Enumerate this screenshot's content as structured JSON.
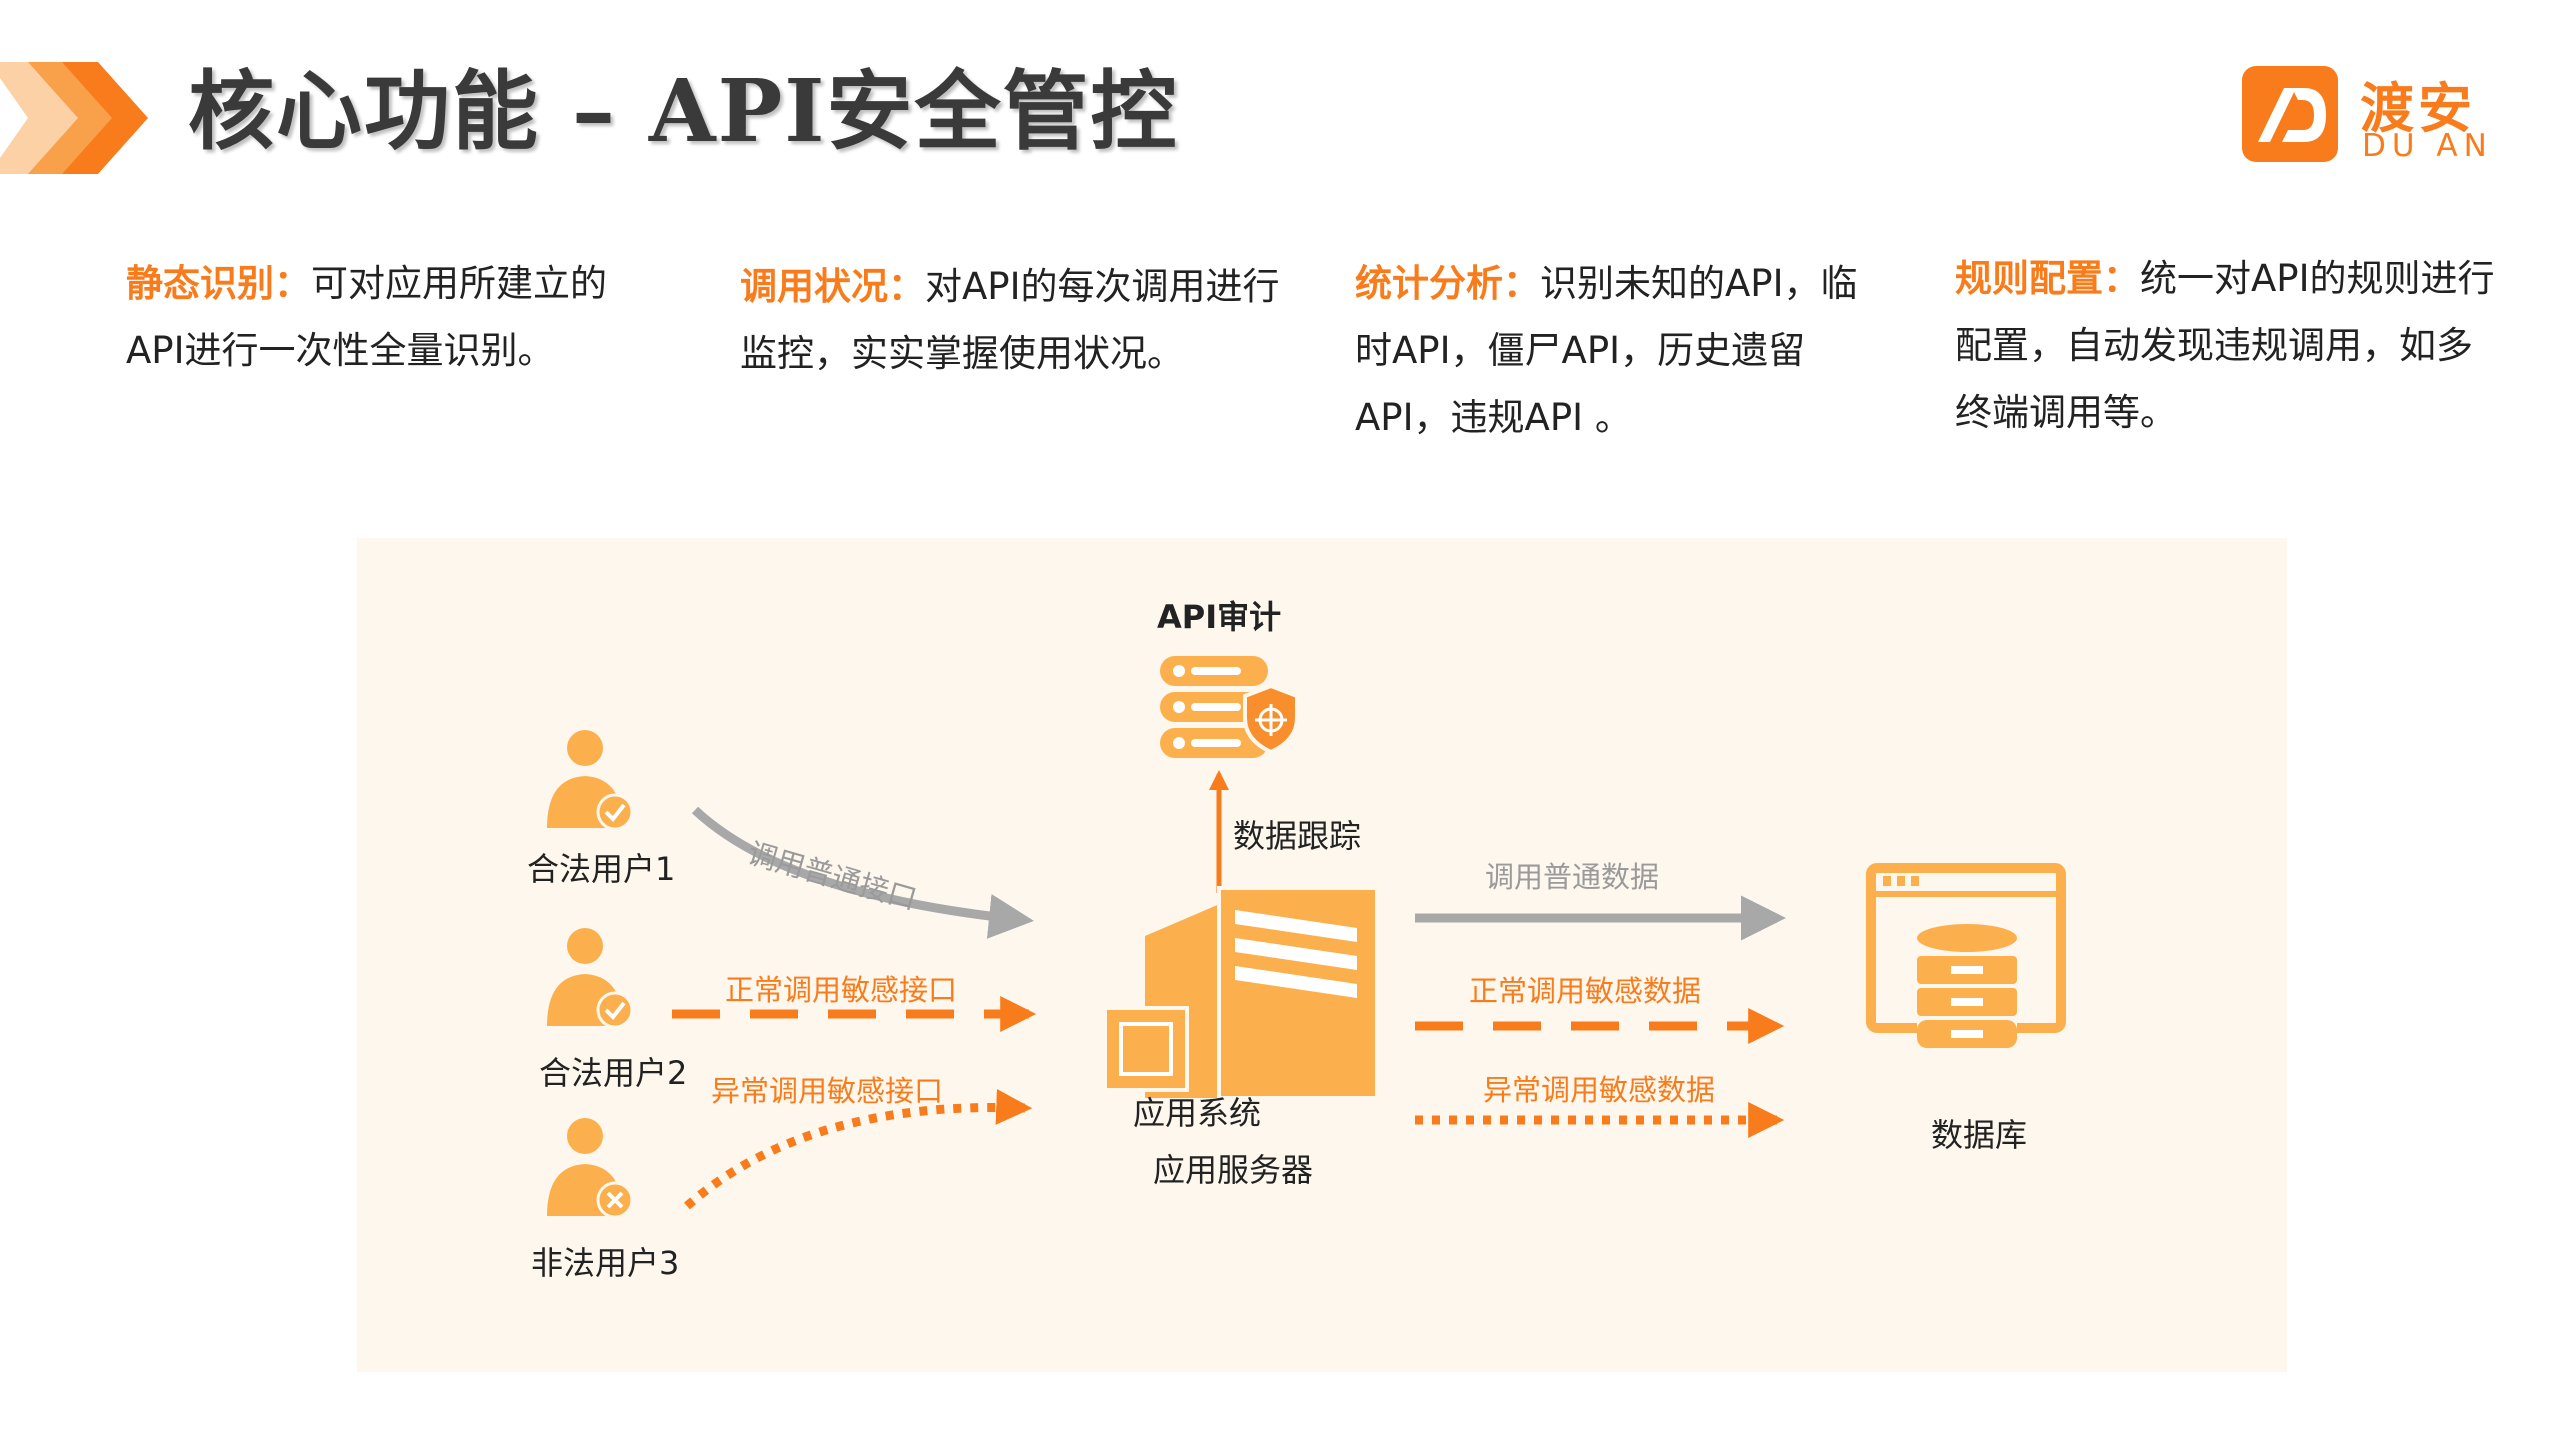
{
  "header": {
    "title": "核心功能 – API安全管控",
    "logo": {
      "cn": "渡安",
      "en": "DU AN"
    }
  },
  "features": [
    {
      "title": "静态识别：",
      "text": "可对应用所建立的API进行一次性全量识别。"
    },
    {
      "title": "调用状况：",
      "text": "对API的每次调用进行监控，实实掌握使用状况。"
    },
    {
      "title": "统计分析：",
      "text": "识别未知的API，临时API，僵尸API，历史遗留API，违规API 。"
    },
    {
      "title": "规则配置：",
      "text": "统一对API的规则进行配置，自动发现违规调用，如多终端调用等。"
    }
  ],
  "diagram": {
    "audit_label": "API审计",
    "tracking_label": "数据跟踪",
    "users": [
      {
        "label": "合法用户1",
        "status": "legal"
      },
      {
        "label": "合法用户2",
        "status": "legal"
      },
      {
        "label": "非法用户3",
        "status": "illegal"
      }
    ],
    "left_flows": [
      {
        "label": "调用普通接口",
        "style": "solid-gray"
      },
      {
        "label": "正常调用敏感接口",
        "style": "dashed-orange"
      },
      {
        "label": "异常调用敏感接口",
        "style": "dotted-orange"
      }
    ],
    "right_flows": [
      {
        "label": "调用普通数据",
        "style": "solid-gray"
      },
      {
        "label": "正常调用敏感数据",
        "style": "dashed-orange"
      },
      {
        "label": "异常调用敏感数据",
        "style": "dotted-orange"
      }
    ],
    "system_label": "应用系统",
    "server_label": "应用服务器",
    "database_label": "数据库"
  },
  "colors": {
    "accent": "#f97c1c",
    "icon_orange": "#fbb04d",
    "flow_gray": "#a8a8a8",
    "flow_orange": "#f97c1c",
    "panel_bg": "#fdf7ee"
  }
}
